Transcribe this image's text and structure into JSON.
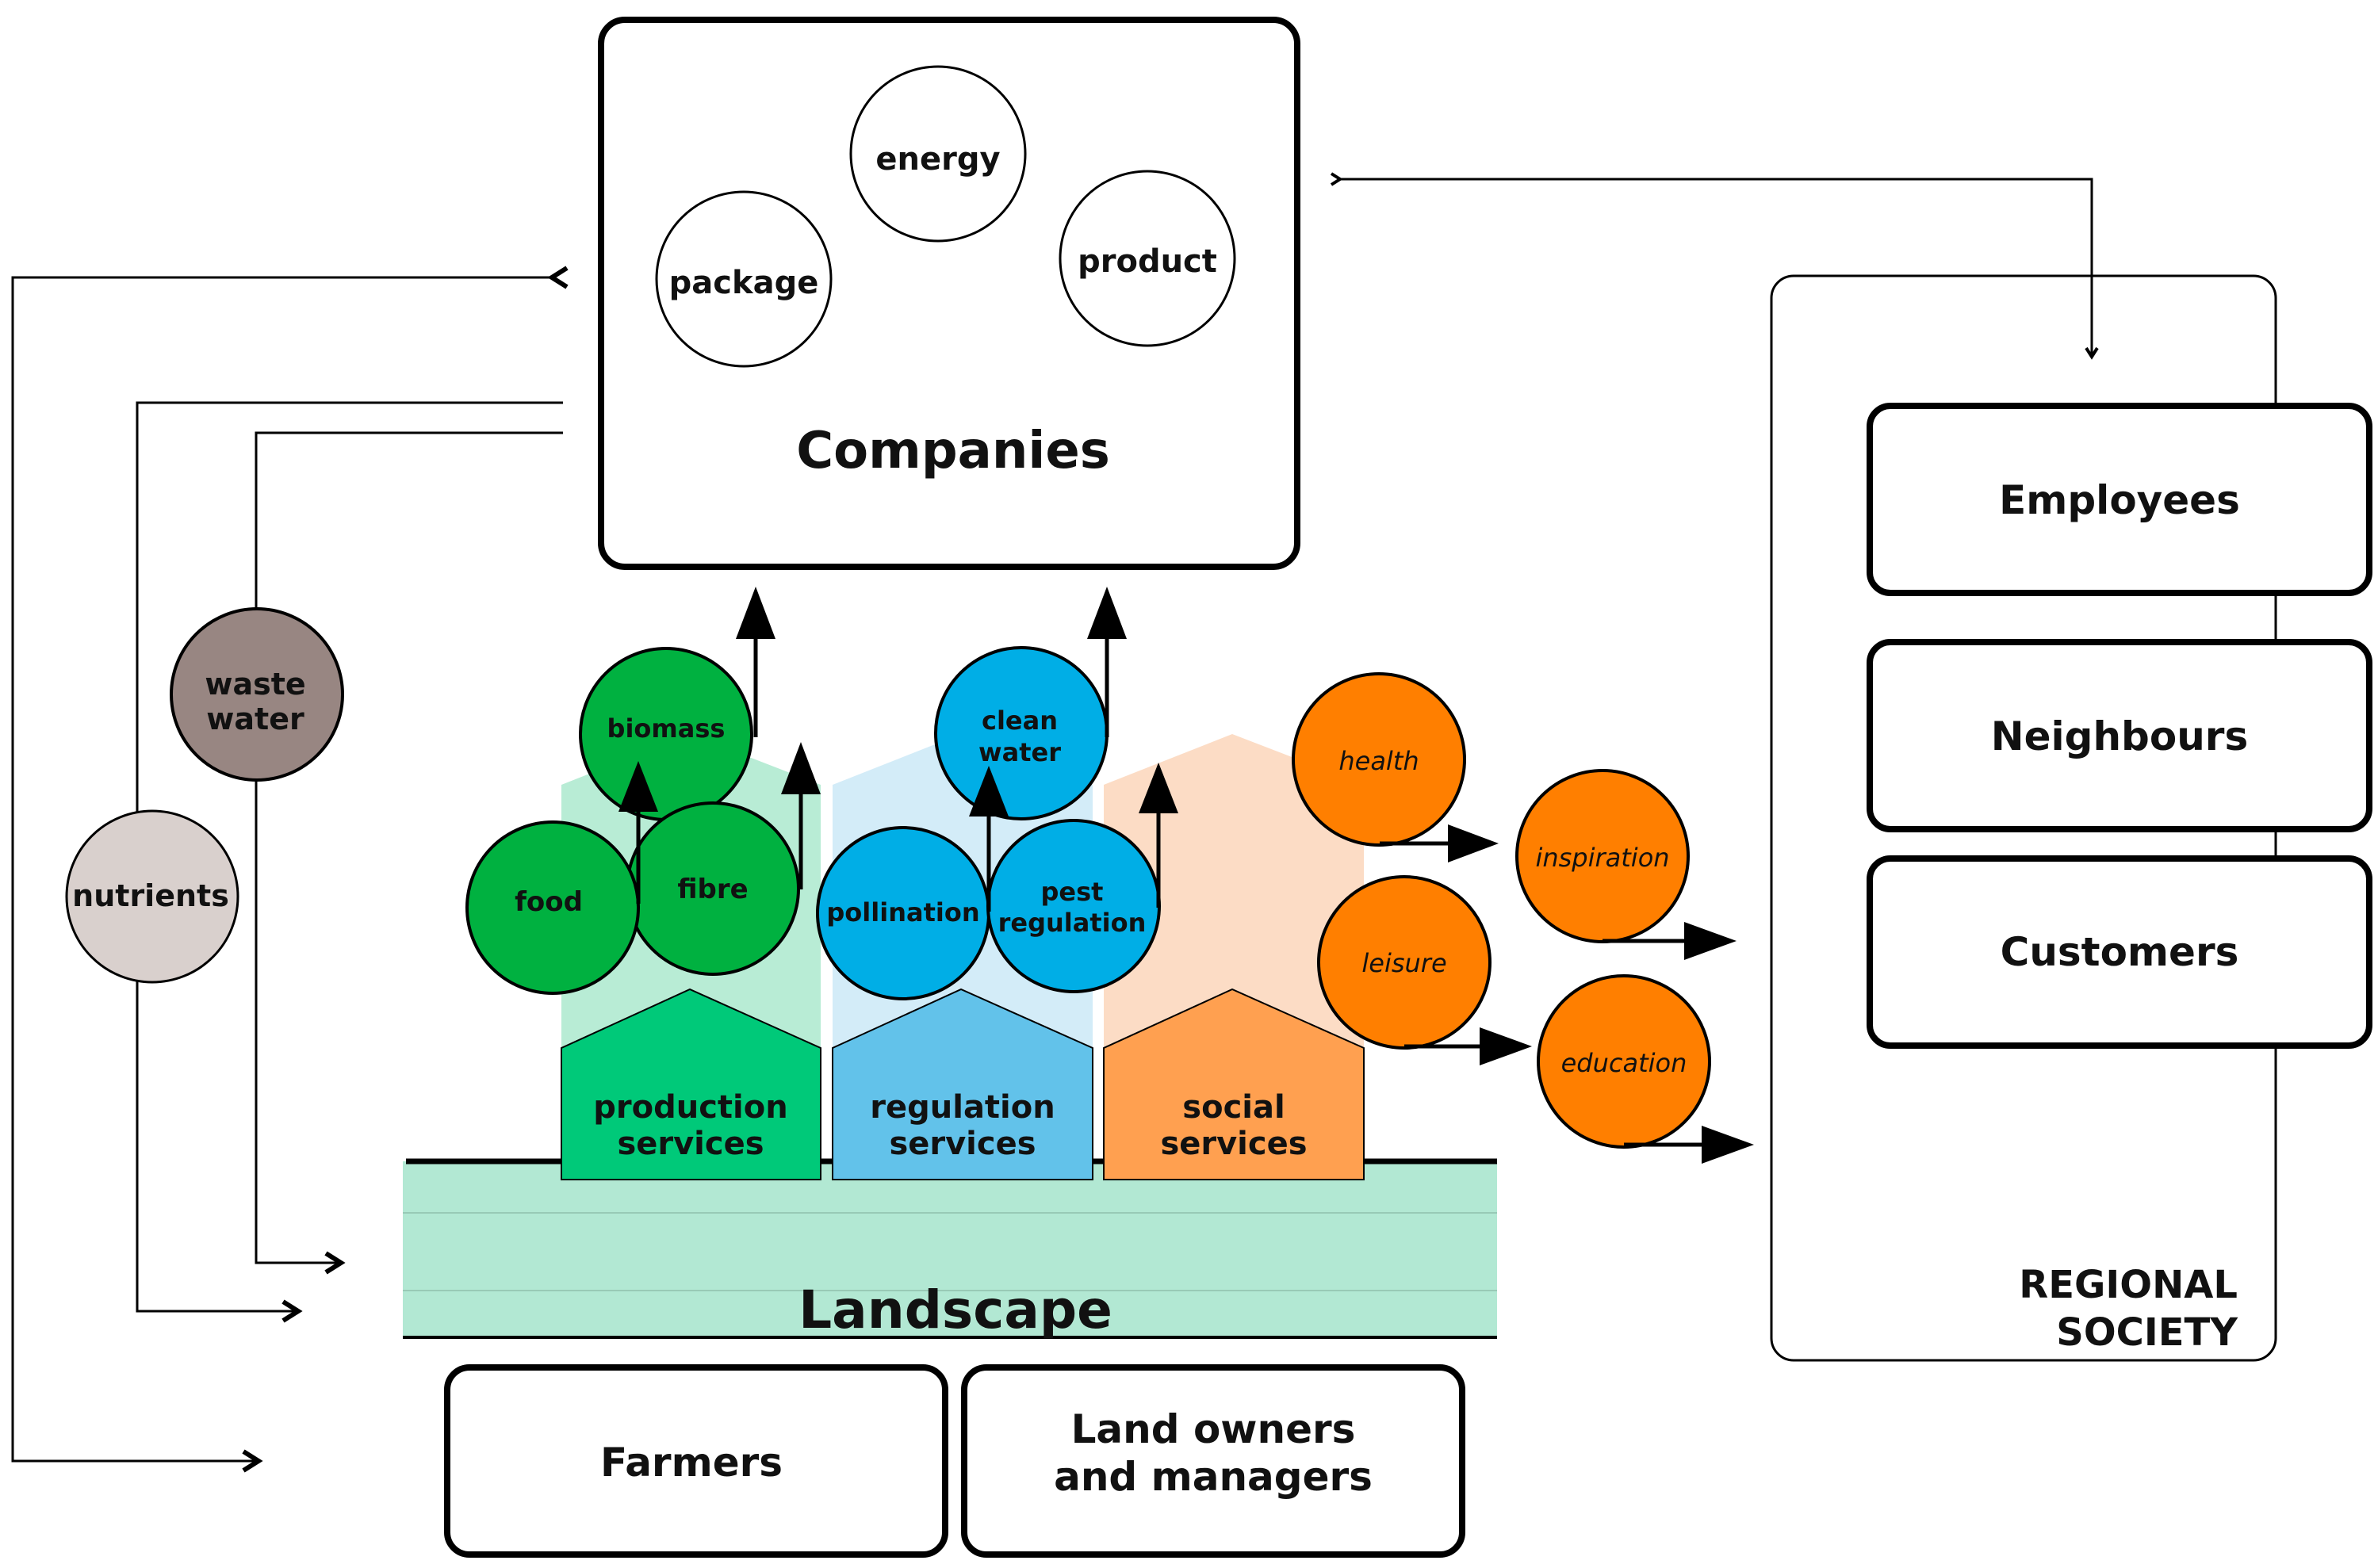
{
  "companies": {
    "title": "Companies",
    "items": [
      "energy",
      "package",
      "product"
    ]
  },
  "regional_society": {
    "title_line1": "REGIONAL",
    "title_line2": "SOCIETY",
    "groups": [
      "Employees",
      "Neighbours",
      "Customers"
    ]
  },
  "flows": {
    "nutrients": "nutrients",
    "waste_water_line1": "waste",
    "waste_water_line2": "water"
  },
  "services": {
    "production": {
      "label_line1": "production",
      "label_line2": "services",
      "items": [
        "biomass",
        "food",
        "fibre"
      ]
    },
    "regulation": {
      "label_line1": "regulation",
      "label_line2": "services",
      "items": [
        "clean",
        "water",
        "pollination",
        "pest",
        "regulation"
      ]
    },
    "social": {
      "label_line1": "social",
      "label_line2": "services",
      "items": [
        "health",
        "inspiration",
        "leisure",
        "education"
      ]
    }
  },
  "landscape": {
    "title": "Landscape"
  },
  "actors": {
    "farmers": "Farmers",
    "land_owners_line1": "Land owners",
    "land_owners_line2": "and managers"
  },
  "colors": {
    "production_green": "#00b140",
    "production_house": "#00c979",
    "production_shadow": "#b8ecd5",
    "regulation_blue": "#00aee6",
    "regulation_house": "#62c2ea",
    "regulation_shadow": "#d3ecf8",
    "social_orange": "#ff7f00",
    "social_house": "#ffa050",
    "social_shadow": "#fcdcc5",
    "landscape_fill": "#b2e8d3",
    "waste_water": "#988682",
    "nutrients": "#d9d0cd"
  }
}
